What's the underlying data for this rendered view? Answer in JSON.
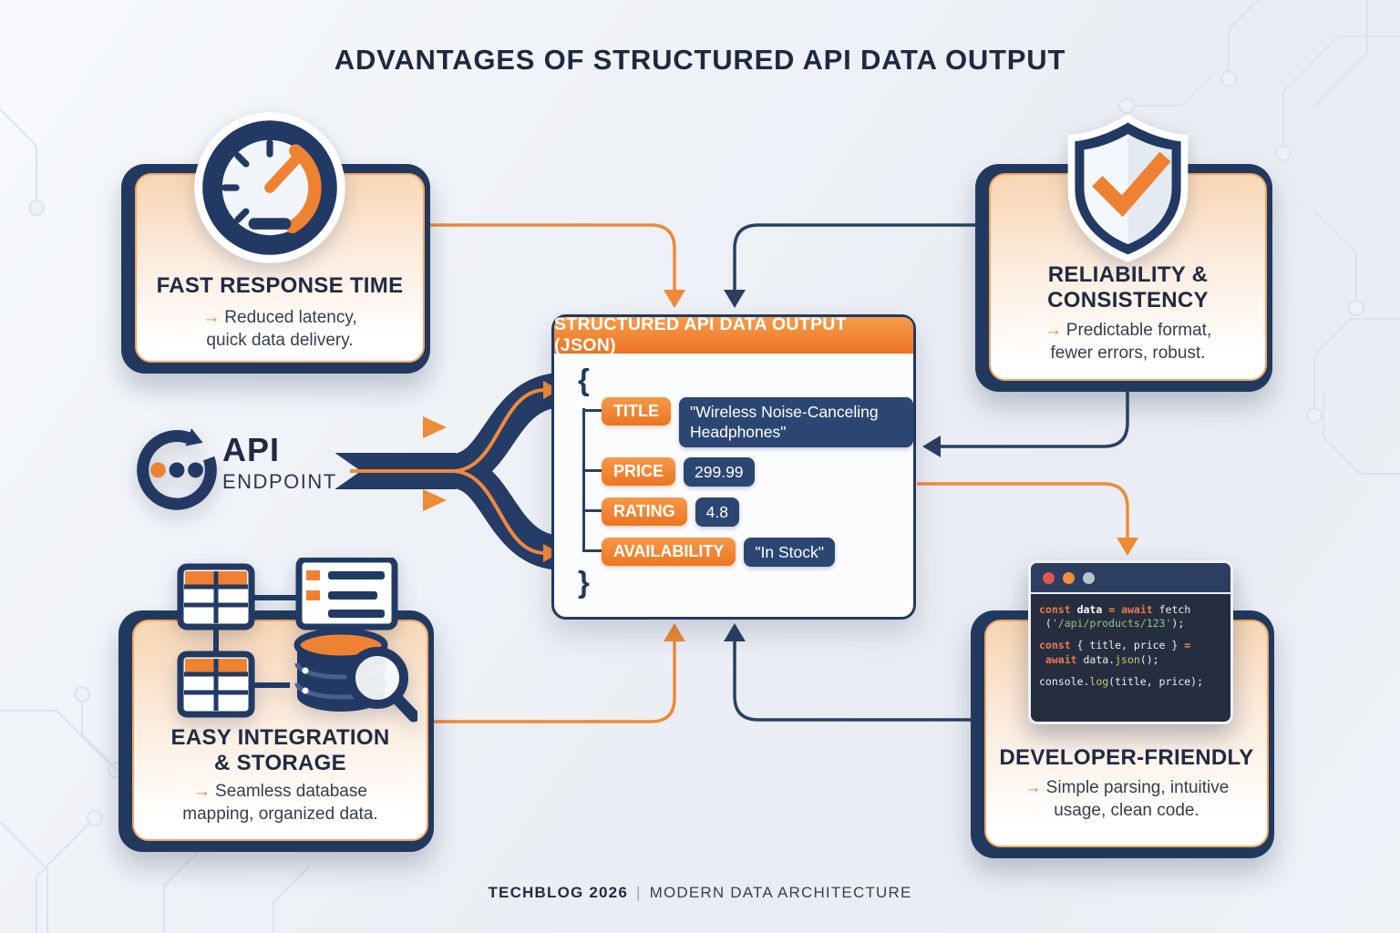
{
  "title": "ADVANTAGES OF STRUCTURED API DATA OUTPUT",
  "glyphs": {
    "arrow": "→"
  },
  "colors": {
    "navy": "#22395f",
    "orange": "#ee7d2e",
    "card_border": "#f3a662",
    "value_pill": "#2c4673",
    "background": "#edf0f5",
    "code_background": "#262d3f",
    "code_titlebar": "#2c3e5f"
  },
  "cards": {
    "fast_response": {
      "icon": "speedometer-icon",
      "title": "FAST RESPONSE TIME",
      "description": "Reduced latency, quick data delivery."
    },
    "reliability": {
      "icon": "shield-check-icon",
      "title": "RELIABILITY & CONSISTENCY",
      "description": "Predictable format, fewer errors, robust."
    },
    "integration": {
      "icon": "database-tables-icon",
      "title": "EASY INTEGRATION & STORAGE",
      "description": "Seamless database mapping, organized data."
    },
    "developer": {
      "icon": "code-window-icon",
      "title": "DEVELOPER-FRIENDLY",
      "description": "Simple parsing, intuitive usage, clean code."
    }
  },
  "api_endpoint": {
    "icon": "circular-arrows-icon",
    "title": "API",
    "subtitle": "ENDPOINT"
  },
  "json_panel": {
    "header": "STRUCTURED API DATA OUTPUT (JSON)",
    "open_brace": "{",
    "close_brace": "}",
    "rows": [
      {
        "key": "TITLE",
        "value": "\"Wireless Noise-Canceling Headphones\""
      },
      {
        "key": "PRICE",
        "value": "299.99"
      },
      {
        "key": "RATING",
        "value": "4.8"
      },
      {
        "key": "AVAILABILITY",
        "value": "\"In Stock\""
      }
    ]
  },
  "code_window": {
    "traffic_light_colors": [
      "#e2574d",
      "#ef8f3a",
      "#b9c3cf"
    ],
    "lines": [
      [
        {
          "t": "const",
          "c": "kw"
        },
        {
          "t": " ",
          "c": "pl"
        },
        {
          "t": "data",
          "c": "var"
        },
        {
          "t": " ",
          "c": "pl"
        },
        {
          "t": "=",
          "c": "op"
        },
        {
          "t": " ",
          "c": "pl"
        },
        {
          "t": "await",
          "c": "kw"
        },
        {
          "t": " fetch",
          "c": "pl"
        }
      ],
      [
        {
          "t": " (",
          "c": "pl"
        },
        {
          "t": "'/api/products/123'",
          "c": "str"
        },
        {
          "t": ");",
          "c": "pl"
        }
      ],
      [],
      [
        {
          "t": "const",
          "c": "kw"
        },
        {
          "t": " { title, price } ",
          "c": "pl"
        },
        {
          "t": "=",
          "c": "op"
        }
      ],
      [
        {
          "t": " ",
          "c": "pl"
        },
        {
          "t": "await",
          "c": "kw"
        },
        {
          "t": " data.",
          "c": "pl"
        },
        {
          "t": "json",
          "c": "fn"
        },
        {
          "t": "();",
          "c": "pl"
        }
      ],
      [],
      [
        {
          "t": "console.",
          "c": "pl"
        },
        {
          "t": "log",
          "c": "fn"
        },
        {
          "t": "(title, price);",
          "c": "pl"
        }
      ]
    ]
  },
  "footer": {
    "brand": "TECHBLOG 2026",
    "separator": "|",
    "tagline": "MODERN DATA ARCHITECTURE"
  }
}
